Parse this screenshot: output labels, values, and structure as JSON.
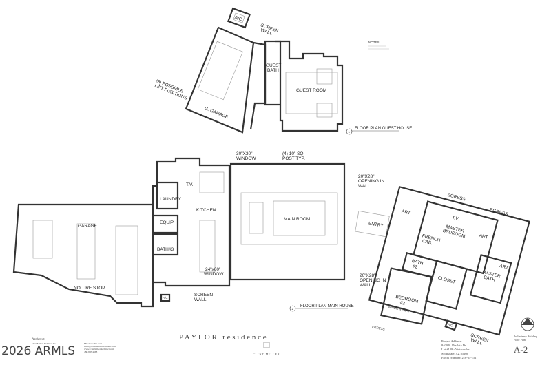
{
  "guest_house": {
    "ac": "A/C",
    "screen_wall": [
      "SCREEN",
      "WALL"
    ],
    "guest_bath": [
      "GUEST",
      "BATH"
    ],
    "guest_room": "GUEST ROOM",
    "garage": "G. GARAGE",
    "lift_note": [
      "(3) POSSIBLE",
      "LIFT POSITIONS"
    ],
    "plan_number": "1",
    "plan_title": "FLOOR PLAN GUEST HOUSE",
    "notes_title": "NOTES"
  },
  "main_house": {
    "garage": "GARAGE",
    "no_tire_stop": "NO TIRE STOP",
    "laundry": "LAUNDRY",
    "kitchen": "KITCHEN",
    "equip": "EQUIP",
    "bath3": "BATH#3",
    "tv": "T.V.",
    "main_room": "MAIN ROOM",
    "window_30": [
      "30\"X30\"",
      "WINDOW"
    ],
    "post_note": [
      "(4) 10\" SQ",
      "POST TYP."
    ],
    "opening_top": [
      "20\"X28\"",
      "OPENING IN",
      "WALL"
    ],
    "opening_bottom": [
      "20\"X28\"",
      "OPENING IN",
      "WALL"
    ],
    "window_24": [
      "24\"x60\"",
      "WINDOW"
    ],
    "ac": "A/C",
    "screen_wall": [
      "SCREEN",
      "WALL"
    ],
    "entry": "ENTRY",
    "art": "ART",
    "master_bedroom": [
      "MASTER",
      "BEDROOM"
    ],
    "tv2": "T.V.",
    "french_cab": [
      "FRENCH",
      "CAB."
    ],
    "egress": "EGRESS",
    "bath2": [
      "BATH",
      "#2"
    ],
    "closet": "CLOSET",
    "master_bath": [
      "MASTER",
      "BATH"
    ],
    "bedroom2": [
      "BEDROOM",
      "#2"
    ],
    "window_seat": "WINDOW SEAT",
    "ac2": "A/C",
    "screen_wall2": [
      "SCREEN",
      "WALL"
    ],
    "plan_number": "2",
    "plan_title": "FLOOR PLAN MAIN HOUSE"
  },
  "title_block": {
    "residence_title": "P A Y L O R   r e s i d e n c e",
    "architect_heading": "Architect",
    "architect_name": "Clint Miller Architect Inc.",
    "contact": [
      "M&Arc a/Mc.com",
      "Clint@ClintMillerArchitect.com",
      "www.ClintMillerArchitect.com",
      "480.885.4668"
    ],
    "logo_text": "CLINT MILLER",
    "project_address": [
      "Project Address:",
      "8400 E. Dixileta Dr.",
      "Lot #128 - Vistasdulos.",
      "Scottsdale, AZ 85266",
      "Parcel Number: 216-65-151"
    ],
    "sheet_title": [
      "Preliminary Building",
      "Floor Plan"
    ],
    "sheet_number": "A-2",
    "watermark": "2026 ARMLS"
  }
}
